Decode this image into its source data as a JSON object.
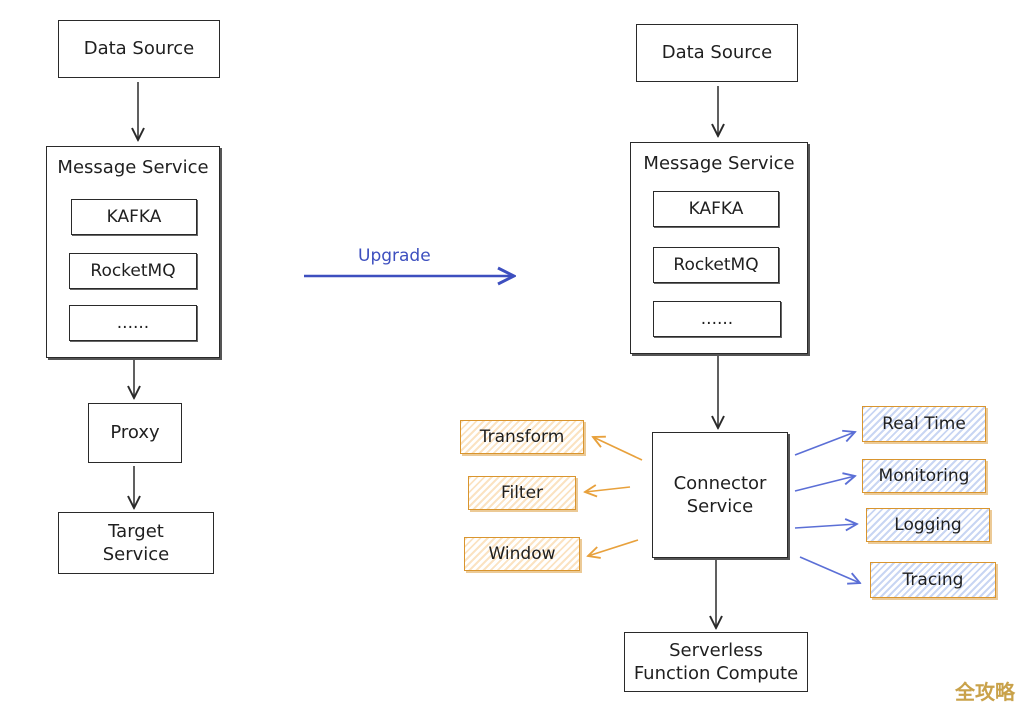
{
  "left": {
    "data_source": "Data Source",
    "message_service": {
      "title": "Message Service",
      "items": [
        "KAFKA",
        "RocketMQ",
        "......"
      ]
    },
    "proxy": "Proxy",
    "target_service": "Target\nService"
  },
  "upgrade_label": "Upgrade",
  "right": {
    "data_source": "Data Source",
    "message_service": {
      "title": "Message Service",
      "items": [
        "KAFKA",
        "RocketMQ",
        "......"
      ]
    },
    "connector_service": "Connector\nService",
    "processing": [
      "Transform",
      "Filter",
      "Window"
    ],
    "capabilities": [
      "Real Time",
      "Monitoring",
      "Logging",
      "Tracing"
    ],
    "serverless": "Serverless\nFunction Compute"
  },
  "watermark": "全攻略",
  "colors": {
    "processing_accent": "#e8a13c",
    "capability_accent": "#5b6fd6",
    "upgrade_arrow": "#3d4fbf"
  }
}
